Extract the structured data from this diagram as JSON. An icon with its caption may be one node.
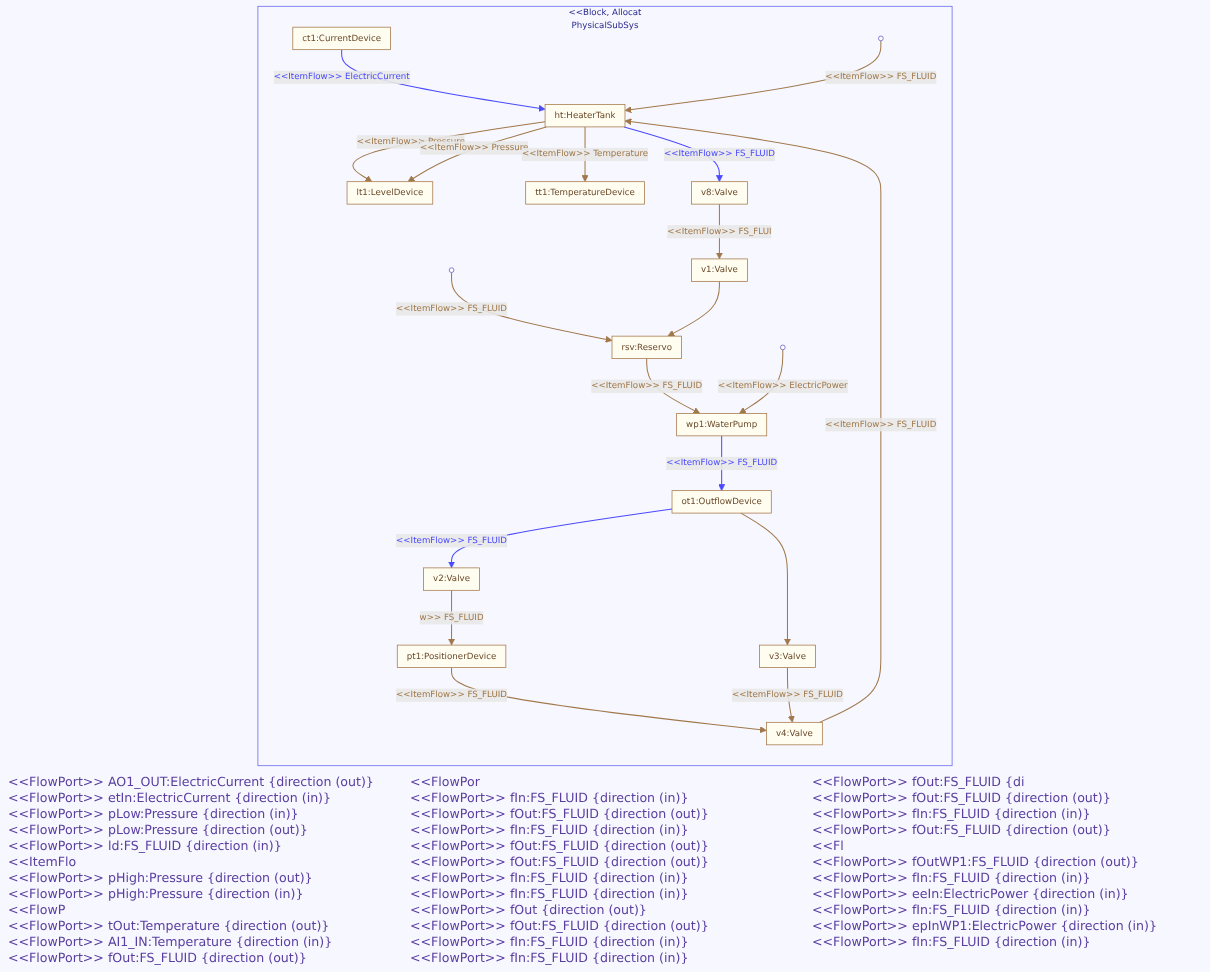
{
  "diagram": {
    "nodes": [
      {
        "text": [
          "<<Block, Allocat",
          "PhysicalSubSys"
        ]
      },
      {
        "text": [
          "ct1:CurrentDevice"
        ],
        "in": 0
      },
      {
        "text": [
          "lt1:LevelDevice"
        ],
        "in": 0
      },
      {
        "text": [
          "ht:HeaterTank"
        ],
        "in": 0
      },
      {
        "text": [
          "tt1:TemperatureDevice"
        ],
        "in": 0
      },
      {
        "text": [
          "pt1:PositionerDevice"
        ],
        "in": 0
      },
      {
        "text": [
          "v4:Valve"
        ],
        "in": 0
      },
      {
        "text": [
          "v8:Valve"
        ],
        "in": 0
      },
      {
        "text": [
          "v2:Valve"
        ],
        "in": 0
      },
      {
        "text": [
          "v3:Valve"
        ],
        "in": 0
      },
      {
        "text": [
          "v1:Valve"
        ],
        "in": 0
      },
      {
        "text": [
          "ot1:OutflowDevice"
        ],
        "in": 0
      },
      {
        "text": [
          "wp1:WaterPump"
        ],
        "in": 0
      },
      {
        "text": [
          "rsv:Reservo"
        ],
        "in": 0
      }
    ],
    "edges": [
      {
        "from": 1,
        "to": 3,
        "arrow": "to",
        "label": "<<ItemFlow>> ElectricCurrent",
        "color": "#4a4aff"
      },
      {
        "from": 3,
        "to": 2,
        "arrow": "to",
        "label": "<<ItemFlow>> Pressure"
      },
      {
        "from": 3,
        "to": 2,
        "arrow": "to",
        "label": "<<ItemFlow>> Pressure"
      },
      {
        "from": 3,
        "to": 4,
        "arrow": "to",
        "label": "<<ItemFlow>> Temperature"
      },
      {
        "from": null,
        "to": 3,
        "arrow": "to",
        "label": "<<ItemFlow>> FS_FLUID"
      },
      {
        "from": 3,
        "to": 7,
        "arrow": "to",
        "label": "<<ItemFlow>> FS_FLUID",
        "color": "#4a4aff"
      },
      {
        "from": 5,
        "to": 6,
        "arrow": "to",
        "label": "<<ItemFlow>> FS_FLUID"
      },
      {
        "from": 9,
        "to": 6,
        "arrow": "to",
        "label": "<<ItemFlow>> FS_FLUID"
      },
      {
        "from": 6,
        "to": 3,
        "arrow": "to",
        "label": "<<ItemFlow>> FS_FLUID"
      },
      {
        "from": 8,
        "to": 5,
        "arrow": "to",
        "label": "w>> FS_FLUID"
      },
      {
        "from": 11,
        "to": 8,
        "arrow": "to",
        "label": "<<ItemFlow>> FS_FLUID",
        "color": "#4a4aff"
      },
      {
        "from": 11,
        "to": 9,
        "arrow": "to"
      },
      {
        "from": 12,
        "to": 11,
        "arrow": "to",
        "label": "<<ItemFlow>> FS_FLUID",
        "color": "#4a4aff"
      },
      {
        "from": 13,
        "to": 12,
        "arrow": "to",
        "label": "<<ItemFlow>> FS_FLUID"
      },
      {
        "from": null,
        "to": 12,
        "arrow": "to",
        "label": "<<ItemFlow>> ElectricPower"
      },
      {
        "from": null,
        "to": 13,
        "arrow": "to",
        "label": "<<ItemFlow>> FS_FLUID"
      },
      {
        "from": 7,
        "to": 10,
        "arrow": "to",
        "label": "<<ItemFlow>> FS_FLUI"
      },
      {
        "from": 10,
        "to": 13,
        "arrow": "to"
      }
    ],
    "labels": [
      "<<FlowPort>> AO1_OUT:ElectricCurrent {direction (out)}",
      "<<FlowPort>> etIn:ElectricCurrent {direction (in)}",
      "<<FlowPort>> pLow:Pressure {direction (in)}",
      "<<FlowPort>> pLow:Pressure {direction (out)}",
      "<<FlowPort>> ld:FS_FLUID {direction (in)}",
      "<<ItemFlo",
      "<<FlowPort>> pHigh:Pressure {direction (out)}",
      "<<FlowPort>> pHigh:Pressure {direction (in)}",
      "<<FlowP",
      "<<FlowPort>> tOut:Temperature {direction (out)}",
      "<<FlowPort>> AI1_IN:Temperature {direction (in)}",
      "<<FlowPort>> fOut:FS_FLUID {direction (out)}",
      "<<FlowPor",
      "<<FlowPort>> fIn:FS_FLUID {direction (in)}",
      "<<FlowPort>> fOut:FS_FLUID {direction (out)}",
      "<<FlowPort>> fIn:FS_FLUID {direction (in)}",
      "<<FlowPort>> fOut:FS_FLUID {direction (out)}",
      "<<FlowPort>> fOut:FS_FLUID {direction (out)}",
      "<<FlowPort>> fIn:FS_FLUID {direction (in)}",
      "<<FlowPort>> fIn:FS_FLUID {direction (in)}",
      "<<FlowPort>> fOut {direction (out)}",
      "<<FlowPort>> fOut:FS_FLUID {direction (out)}",
      "<<FlowPort>> fIn:FS_FLUID {direction (in)}",
      "<<FlowPort>> fIn:FS_FLUID {direction (in)}",
      "<<FlowPort>> fOut:FS_FLUID {di",
      "<<FlowPort>> fOut:FS_FLUID {direction (out)}",
      "<<FlowPort>> fIn:FS_FLUID {direction (in)}",
      "<<FlowPort>> fOut:FS_FLUID {direction (out)}",
      "<<Fl",
      "<<FlowPort>> fOutWP1:FS_FLUID {direction (out)}",
      "<<FlowPort>> fIn:FS_FLUID {direction (in)}",
      "<<FlowPort>> eeIn:ElectricPower {direction (in)}",
      "<<FlowPort>> fIn:FS_FLUID {direction (in)}",
      "<<FlowPort>> epInWP1:ElectricPower {direction (in)}",
      "<<FlowPort>> fIn:FS_FLUID {direction (in)}"
    ]
  }
}
